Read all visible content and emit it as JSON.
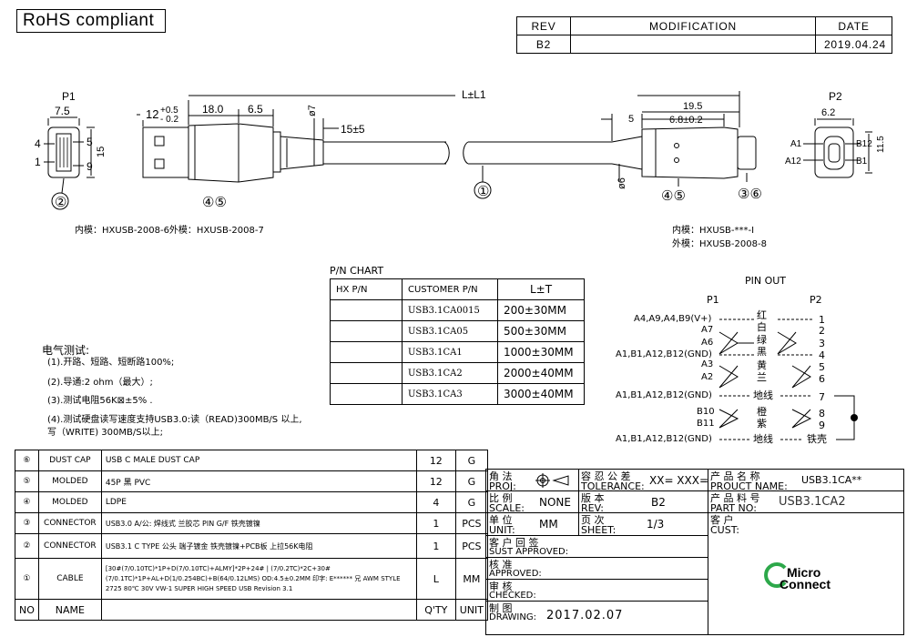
{
  "header": {
    "rohs": "RoHS compliant"
  },
  "revision": {
    "col_rev": "REV",
    "col_mod": "MODIFICATION",
    "col_date": "DATE",
    "rev": "B2",
    "modification": "",
    "date": "2019.04.24"
  },
  "drawing": {
    "p1_label": "P1",
    "p2_label": "P2",
    "length": "L±L1",
    "p1_width": "7.5",
    "p1_height": "15",
    "p1_pin4": "4",
    "p1_pin1": "1",
    "p1_pin5": "5",
    "p1_pin9": "9",
    "plug_len": "12",
    "plug_tol_plus": "+0.5",
    "plug_tol_minus": "- 0.2",
    "mold_len": "18.0",
    "d1": "6.5",
    "dia7": "ø7",
    "boot": "15±5",
    "dim5": "5",
    "dim195": "19.5",
    "dim68": "6.8±0.2",
    "dia6": "ø6",
    "p2_width": "6.2",
    "p2_height": "11.5",
    "a1": "A1",
    "a12": "A12",
    "b12": "B12",
    "b1": "B1",
    "callout_2": "②",
    "callout_45": "④⑤",
    "callout_1": "①",
    "callout_45b": "④⑤",
    "callout_36": "③⑥",
    "mold_left": "内模：HXUSB-2008-6外模：HXUSB-2008-7",
    "mold_right_1": "内模：HXUSB-***-I",
    "mold_right_2": "外模：HXUSB-2008-8"
  },
  "pn_chart": {
    "title": "P/N CHART",
    "headers": [
      "HX P/N",
      "CUSTOMER P/N",
      "L±T"
    ],
    "rows": [
      [
        "",
        "USB3.1CA0015",
        "200±30MM"
      ],
      [
        "",
        "USB3.1CA05",
        "500±30MM"
      ],
      [
        "",
        "USB3.1CA1",
        "1000±30MM"
      ],
      [
        "",
        "USB3.1CA2",
        "2000±40MM"
      ],
      [
        "",
        "USB3.1CA3",
        "3000±40MM"
      ]
    ]
  },
  "electrical": {
    "title": "电气测试:",
    "items": [
      "(1).开路、短路、短断路100%;",
      "(2).导通:2 ohm（最大）;",
      "(3).测试电阻56K⊠±5% .",
      "(4).测试硬盘读写速度支持USB3.0:读（READ)300MB/S 以上,",
      "写（WRITE) 300MB/S以上;"
    ]
  },
  "pinout": {
    "title": "PIN OUT",
    "p1": "P1",
    "p2": "P2",
    "rows": [
      {
        "left": "A4,A9,A4,B9(V+)",
        "color": "红",
        "right": "1"
      },
      {
        "left": "A7",
        "color": "白",
        "right": "2"
      },
      {
        "left": "A6",
        "color": "绿",
        "right": "3"
      },
      {
        "left": "A1,B1,A12,B12(GND)",
        "color": "黑",
        "right": "4"
      },
      {
        "left": "A3",
        "color": "黄",
        "right": "5"
      },
      {
        "left": "A2",
        "color": "兰",
        "right": "6"
      },
      {
        "left": "A1,B1,A12,B12(GND)",
        "color": "地线",
        "right": "7"
      },
      {
        "left": "B10",
        "color": "橙",
        "right": "8"
      },
      {
        "left": "B11",
        "color": "紫",
        "right": "9"
      },
      {
        "left": "A1,B1,A12,B12(GND)",
        "color": "地线",
        "right": "铁壳"
      }
    ]
  },
  "bom": {
    "rows": [
      {
        "no": "⑥",
        "name": "DUST CAP",
        "desc": "USB C MALE DUST CAP",
        "qty": "12",
        "unit": "G"
      },
      {
        "no": "⑤",
        "name": "MOLDED",
        "desc": "45P 黑 PVC",
        "qty": "12",
        "unit": "G"
      },
      {
        "no": "④",
        "name": "MOLDED",
        "desc": "LDPE",
        "qty": "4",
        "unit": "G"
      },
      {
        "no": "③",
        "name": "CONNECTOR",
        "desc": "USB3.0 A/公: 焊线式 兰胶芯 PIN G/F 铁壳镀镍",
        "qty": "1",
        "unit": "PCS"
      },
      {
        "no": "②",
        "name": "CONNECTOR",
        "desc": "USB3.1 C TYPE 公头 端子镀金 铁壳镀镍+PCB板 上拉56K电阻",
        "qty": "1",
        "unit": "PCS"
      },
      {
        "no": "①",
        "name": "CABLE",
        "desc": "[30#(7/0.10TC)*1P+D(7/0.10TC)+ALMY]*2P+24# | (7/0.2TC)*2C+30#(7/0.1TC)*1P+AL+D(1/0.254BC)+B(64/0.12LMS) OD:4.5±0.2MM 印字: E****** 兄 AWM STYLE 2725 80℃ 30V VW-1 SUPER HIGH SPEED USB Revision 3.1",
        "qty": "L",
        "unit": "MM"
      }
    ],
    "footer": {
      "no": "NO",
      "name": "NAME",
      "qty": "Q'TY",
      "unit": "UNIT"
    }
  },
  "title_block": {
    "proj_cn": "角 法",
    "proj_en": "PROJ:",
    "tol_cn": "容 忍 公 差",
    "tol_en": "TOLERANCE:",
    "tol_val": "XX= XXX=",
    "prod_cn": "产 品 名 称",
    "prod_en": "PROUCT NAME:",
    "prod_val": "USB3.1CA**",
    "scale_cn": "比 例",
    "scale_en": "SCALE:",
    "scale_val": "NONE",
    "rev_cn": "版 本",
    "rev_en": "REV:",
    "rev_val": "B2",
    "part_cn": "产 品 料 号",
    "part_en": "PART NO:",
    "part_val": "USB3.1CA2",
    "unit_cn": "单 位",
    "unit_en": "UNIT:",
    "unit_val": "MM",
    "sheet_cn": "页 次",
    "sheet_en": "SHEET:",
    "sheet_val": "1/3",
    "cust_cn": "客 户",
    "cust_en": "CUST:",
    "sust_cn": "客 户 回 签",
    "sust_en": "SUST APPROVED:",
    "appr_cn": "核 准",
    "appr_en": "APPROVED:",
    "check_cn": "审 核",
    "check_en": "CHECKED:",
    "draw_cn": "制 图",
    "draw_en": "DRAWING:",
    "draw_val": "2017.02.07",
    "logo_1": "Micro",
    "logo_2": "Connect"
  }
}
